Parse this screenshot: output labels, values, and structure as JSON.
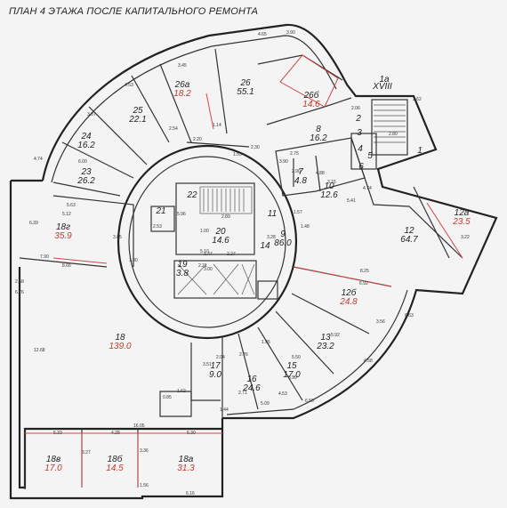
{
  "title": "ПЛАН 4 ЭТАЖА ПОСЛЕ  КАПИТАЛЬНОГО РЕМОНТА",
  "colors": {
    "wall": "#333333",
    "area_red": "#c0392b",
    "area_black": "#222222",
    "renovation_line": "#d04848"
  },
  "rooms": [
    {
      "id": "1",
      "area": ""
    },
    {
      "id": "1а",
      "area": ""
    },
    {
      "id": "XVIII",
      "area": ""
    },
    {
      "id": "2",
      "area": ""
    },
    {
      "id": "3",
      "area": ""
    },
    {
      "id": "4",
      "area": ""
    },
    {
      "id": "5",
      "area": ""
    },
    {
      "id": "6",
      "area": ""
    },
    {
      "id": "7",
      "area": "4.8"
    },
    {
      "id": "8",
      "area": "16.2"
    },
    {
      "id": "9",
      "area": "86.0"
    },
    {
      "id": "10",
      "area": "12.6"
    },
    {
      "id": "11",
      "area": ""
    },
    {
      "id": "12",
      "area": "64.7"
    },
    {
      "id": "12а",
      "area": "23.5"
    },
    {
      "id": "12б",
      "area": "24.8"
    },
    {
      "id": "13",
      "area": "23.2"
    },
    {
      "id": "14",
      "area": ""
    },
    {
      "id": "15",
      "area": "17.0"
    },
    {
      "id": "16",
      "area": "24.6"
    },
    {
      "id": "17",
      "area": "9.0"
    },
    {
      "id": "18",
      "area": "139.0"
    },
    {
      "id": "18а",
      "area": "31.3"
    },
    {
      "id": "18б",
      "area": "14.5"
    },
    {
      "id": "18в",
      "area": "17.0"
    },
    {
      "id": "18г",
      "area": "35.9"
    },
    {
      "id": "19",
      "area": "3.8"
    },
    {
      "id": "20",
      "area": "14.6"
    },
    {
      "id": "21",
      "area": ""
    },
    {
      "id": "22",
      "area": ""
    },
    {
      "id": "23",
      "area": "26.2"
    },
    {
      "id": "24",
      "area": "16.2"
    },
    {
      "id": "25",
      "area": "22.1"
    },
    {
      "id": "26",
      "area": "55.1"
    },
    {
      "id": "26а",
      "area": "18.2"
    },
    {
      "id": "26б",
      "area": "14.6"
    }
  ],
  "dimensions": [
    "4.65",
    "3.90",
    "3.45",
    "4.53",
    "3.37",
    "4.74",
    "6.00",
    "5.63",
    "5.12",
    "8.66",
    "7.90",
    "6.39",
    "2.58",
    "6.76",
    "12.68",
    "5.33",
    "4.28",
    "16.05",
    "6.30",
    "3.27",
    "3.36",
    "6.16",
    "1.56",
    "1.62",
    "2.54",
    "2.20",
    "1.14",
    "2.30",
    "1.53",
    "1.57",
    "1.48",
    "8.25",
    "4.88",
    "5.92",
    "5.50",
    "3.22",
    "4.74",
    "3.15",
    "5.41",
    "2.90",
    "3.90",
    "2.75",
    "2.06",
    "2.80",
    "2.62",
    "1.95",
    "6.92",
    "6.63",
    "5.99",
    "4.58",
    "3.56",
    "5.09",
    "6.50",
    "4.53",
    "2.71",
    "2.76",
    "3.51",
    "2.04",
    "1.44",
    "0.85",
    "5.96",
    "2.53",
    "2.89",
    "2.27",
    "3.85",
    "1.80",
    "2.21",
    "1.47",
    "5.10",
    "3.28",
    "1.00",
    "3.00"
  ]
}
